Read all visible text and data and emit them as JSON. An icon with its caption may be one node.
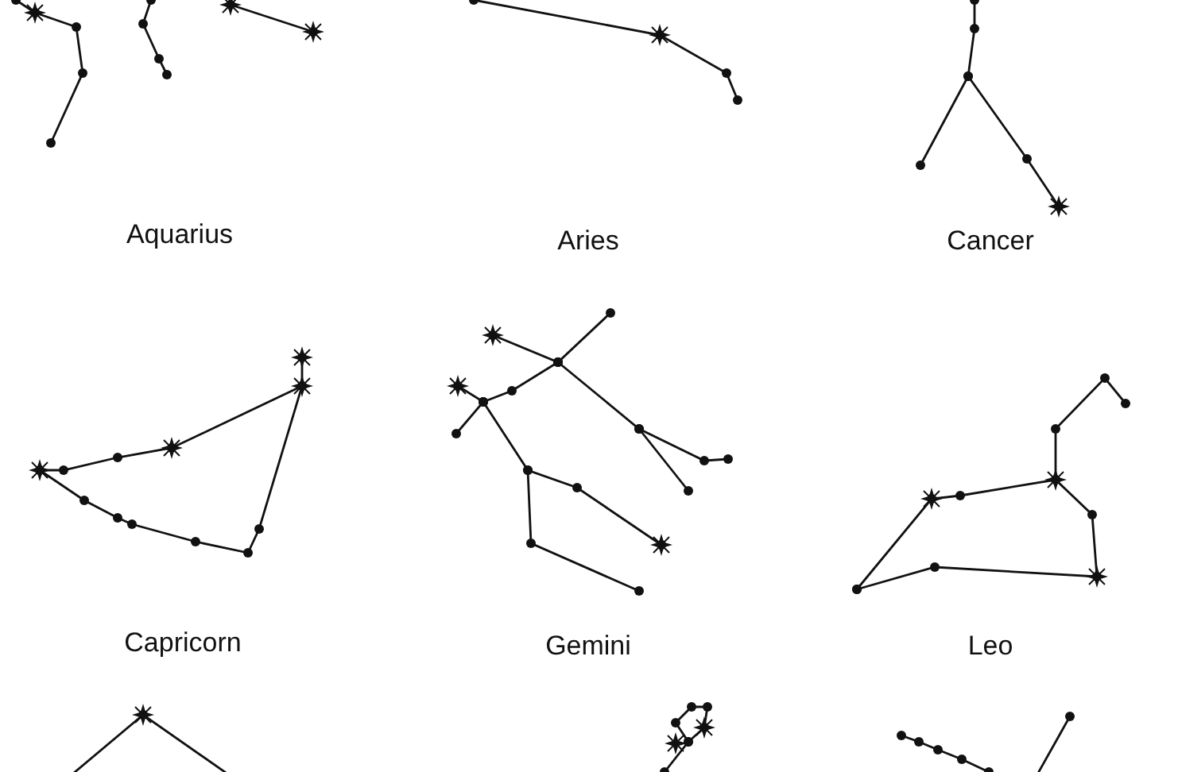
{
  "diagram": {
    "labels": [
      "Aquarius",
      "Aries",
      "Cancer",
      "Capricorn",
      "Gemini",
      "Leo"
    ]
  }
}
